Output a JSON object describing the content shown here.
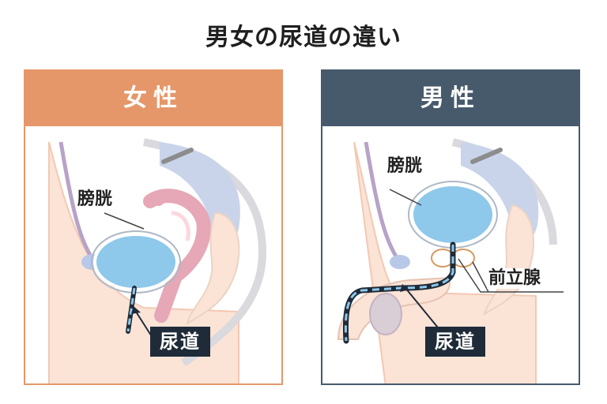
{
  "title": "男女の尿道の違い",
  "female": {
    "header": "女性",
    "bladder_label": "膀胱",
    "urethra_label": "尿道"
  },
  "male": {
    "header": "男性",
    "bladder_label": "膀胱",
    "prostate_label": "前立腺",
    "urethra_label": "尿道"
  },
  "colors": {
    "female_accent": "#e5976a",
    "male_accent": "#475a6c",
    "callout_bg": "#1f2b38",
    "bladder": "#8ec8ea",
    "body": "#fbe3d6"
  }
}
